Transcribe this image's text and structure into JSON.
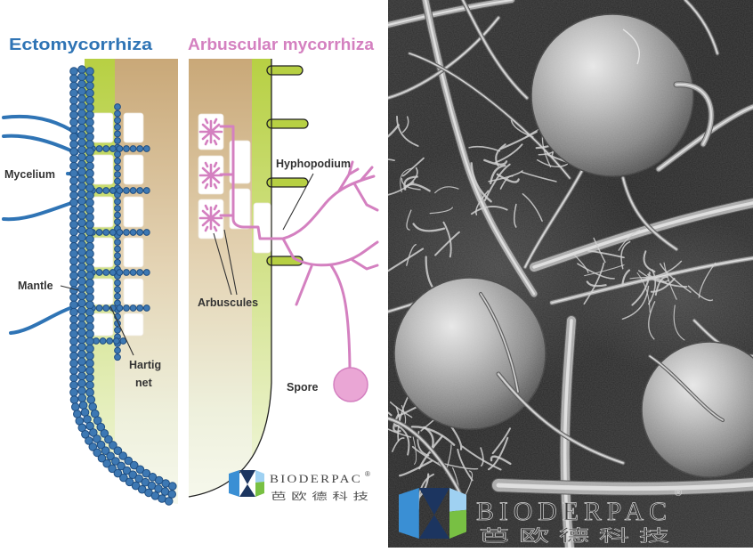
{
  "left_panel": {
    "ectomycorrhiza": {
      "title": "Ectomycorrhiza",
      "mycelium_label": "Mycelium",
      "mantle_label": "Mantle",
      "hartig_label_line1": "Hartig",
      "hartig_label_line2": "net"
    },
    "arbuscular": {
      "title": "Arbuscular mycorrhiza",
      "hyphopodium_label": "Hyphopodium",
      "arbuscules_label": "Arbuscules",
      "spore_label": "Spore"
    },
    "watermark": {
      "brand": "BIODERPAC",
      "registered_mark": "®",
      "chinese": "芭 欧 德 科 技",
      "icon": "bioderpac-logo-icon"
    }
  },
  "right_panel": {
    "watermark": {
      "brand": "BIODERPAC",
      "registered_mark": "®",
      "chinese": "芭 欧 德 科 技",
      "icon": "bioderpac-logo-icon"
    }
  },
  "colors": {
    "ecto_blue": "#2f74b5",
    "ecto_bead": "#3d78b3",
    "ecto_bead_edge": "#1f4e82",
    "arbuscular_pink": "#d480c0",
    "spore_fill": "#eaa6d5",
    "root_green": "#b7d043",
    "root_tan": "#c9a878",
    "label_text": "#333333",
    "logo_blue": "#3a8fd4",
    "logo_navy": "#1c3560",
    "logo_green": "#78c043"
  }
}
